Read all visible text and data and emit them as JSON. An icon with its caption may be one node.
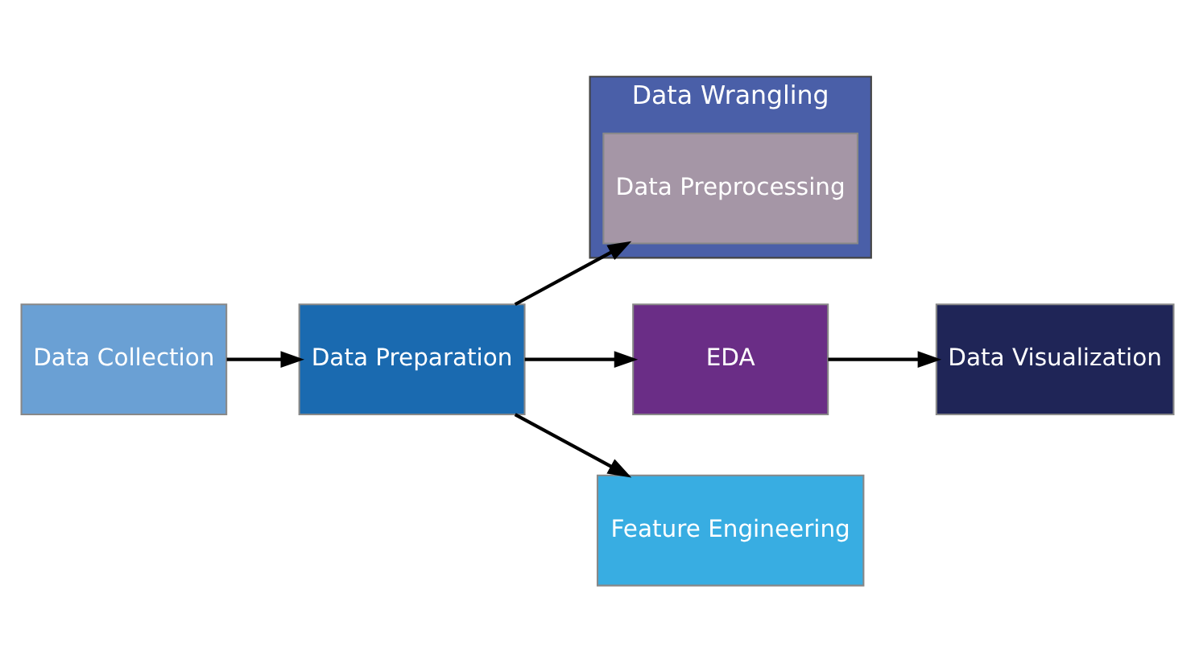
{
  "diagram": {
    "nodes": [
      {
        "text": [
          "Data Wrangling"
        ]
      },
      {
        "text": [
          "Data Preprocessing"
        ],
        "in": 0
      },
      {
        "text": [
          "Data Collection"
        ]
      },
      {
        "text": [
          "Data Preparation"
        ]
      },
      {
        "text": [
          "EDA"
        ]
      },
      {
        "text": [
          "Data Visualization"
        ]
      },
      {
        "text": [
          "Feature Engineering"
        ]
      }
    ],
    "edges": [
      {
        "from": 2,
        "to": 3,
        "arrow": "to"
      },
      {
        "from": 3,
        "to": 1,
        "arrow": "to"
      },
      {
        "from": 3,
        "to": 4,
        "arrow": "to"
      },
      {
        "from": 4,
        "to": 5,
        "arrow": "to"
      },
      {
        "from": 3,
        "to": 6,
        "arrow": "to"
      }
    ]
  }
}
